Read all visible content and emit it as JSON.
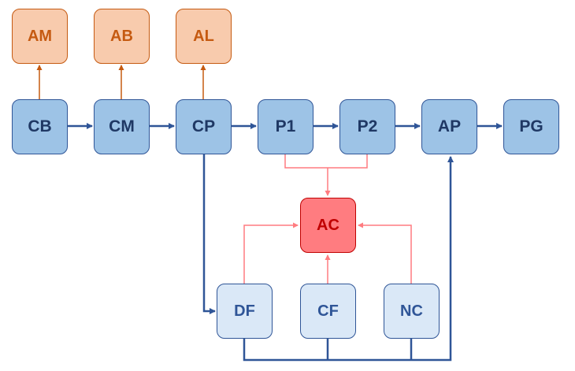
{
  "colors": {
    "top_fill": "#f8cbad",
    "top_text": "#c55a11",
    "main_fill": "#9dc3e6",
    "main_text": "#1f3864",
    "low_fill": "#dae8f7",
    "low_text": "#2f5597",
    "ac_fill": "#ff7c80",
    "ac_text": "#c00000",
    "flow_arrow": "#2f5597",
    "dependency_arrow": "#ff7c80",
    "output_arrow": "#c55a11"
  },
  "nodes": {
    "am": "AM",
    "ab": "AB",
    "al": "AL",
    "cb": "CB",
    "cm": "CM",
    "cp": "CP",
    "p1": "P1",
    "p2": "P2",
    "ap": "AP",
    "pg": "PG",
    "ac": "AC",
    "df": "DF",
    "cf": "CF",
    "nc": "NC"
  }
}
